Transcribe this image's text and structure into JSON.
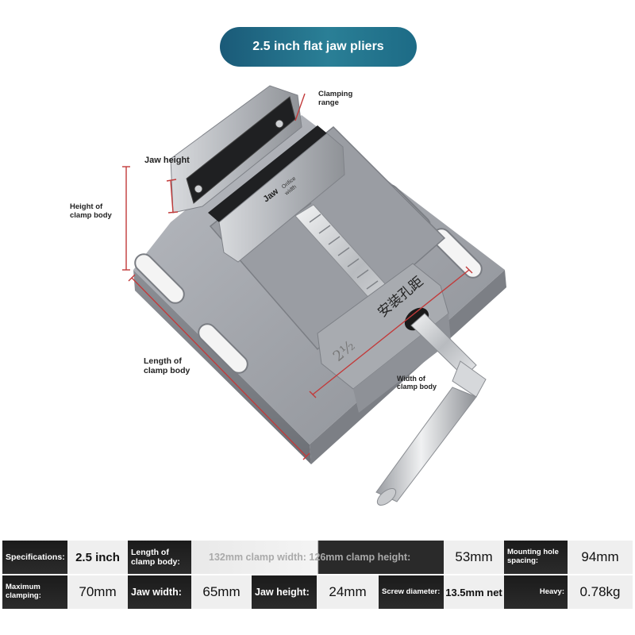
{
  "title": "2.5 inch flat jaw pliers",
  "figure": {
    "labels": {
      "clamping_range": "Clamping\nrange",
      "jaw_height": "Jaw height",
      "height_of_clamp_body": "Height of\nclamp body",
      "length_of_clamp_body": "Length of\nclamp body",
      "width_of_clamp_body": "Width of\nclamp body"
    },
    "jaw_stamp": "Jaw",
    "jaw_stamp_small": "Orifice\nwidth",
    "chinese_marking": "安装孔距",
    "fraction_marking": "2½"
  },
  "specs": {
    "row1": {
      "specifications_label": "Specifications:",
      "specifications_value": "2.5 inch",
      "length_label": "Length of\nclamp body:",
      "overlay_text": "132mm clamp width: 126mm clamp height:",
      "height_value": "53mm",
      "mounting_label": "Mounting hole\nspacing:",
      "mounting_value": "94mm"
    },
    "row2": {
      "max_clamping_label": "Maximum\nclamping:",
      "max_clamping_value": "70mm",
      "jaw_width_label": "Jaw width:",
      "jaw_width_value": "65mm",
      "jaw_height_label": "Jaw height:",
      "jaw_height_value": "24mm",
      "screw_label": "Screw diameter:",
      "screw_value": "13.5mm net",
      "heavy_label": "Heavy:",
      "heavy_value": "0.78kg"
    }
  },
  "colors": {
    "title_bg": "#1f6a86",
    "dimension_line": "#c23a3a",
    "table_dark": "#222222",
    "table_light": "#efefef"
  }
}
